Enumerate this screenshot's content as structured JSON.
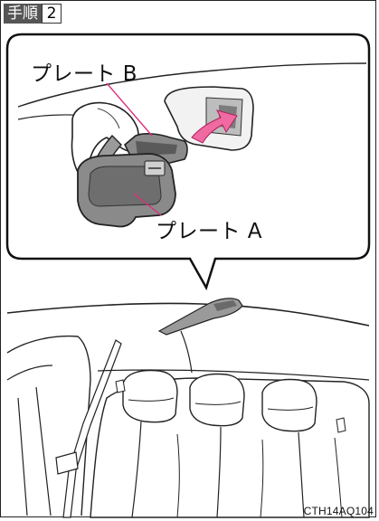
{
  "header": {
    "step_label": "手順",
    "step_number": "2"
  },
  "callout": {
    "plate_b_label": "プレート B",
    "plate_a_label": "プレート A"
  },
  "figure_code": "CTH14AQ104",
  "colors": {
    "part_fill": "#8a8a8a",
    "part_dark": "#5a5a5a",
    "arrow_fill": "#ef6aa0",
    "leader_line": "#d9307a",
    "outline": "#111111"
  }
}
